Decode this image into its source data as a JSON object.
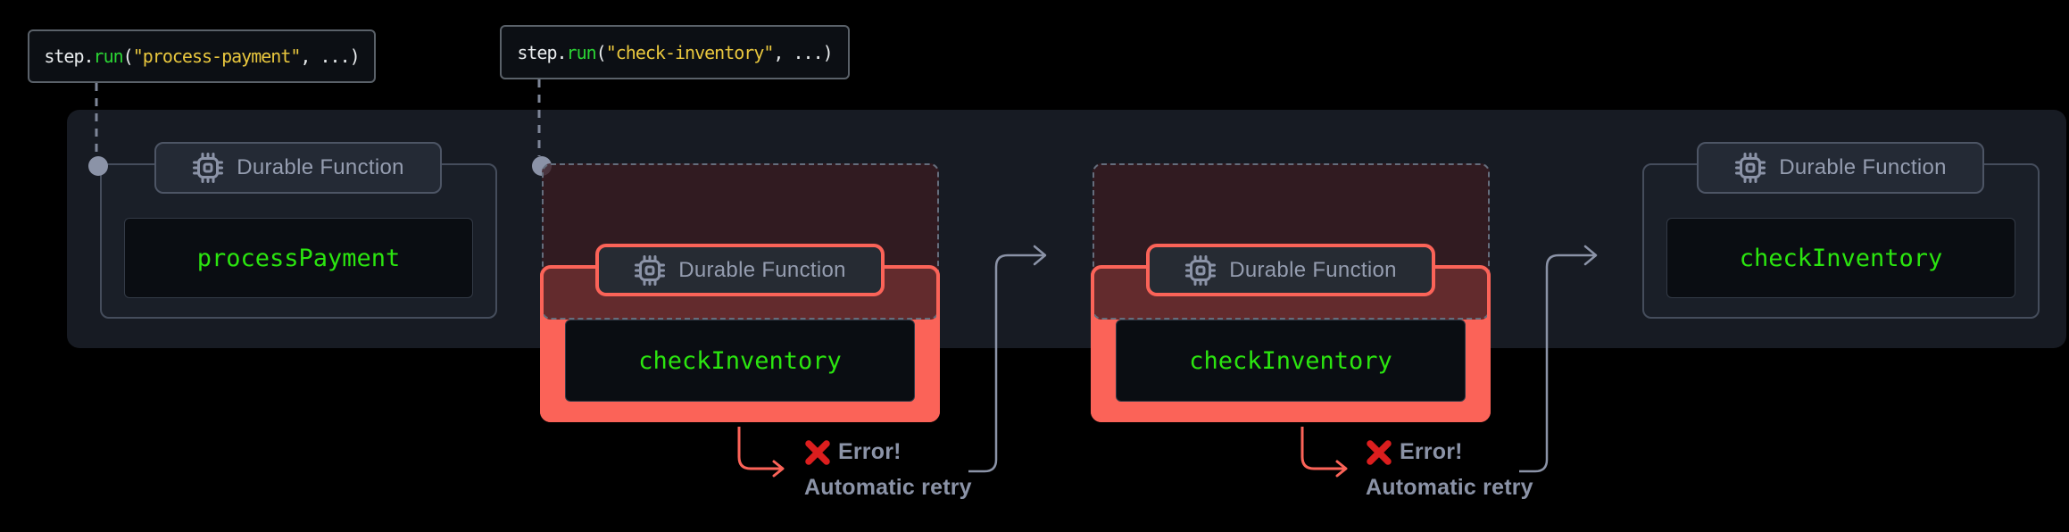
{
  "diagram": {
    "tooltips": [
      {
        "tokens": [
          {
            "t": "step."
          },
          {
            "t": "run"
          },
          {
            "t": "("
          },
          {
            "t": "\"process-payment\""
          },
          {
            "t": ", ...)"
          }
        ]
      },
      {
        "tokens": [
          {
            "t": "step."
          },
          {
            "t": "run"
          },
          {
            "t": "("
          },
          {
            "t": "\"check-inventory\""
          },
          {
            "t": ", ...)"
          }
        ]
      }
    ],
    "groups": [
      {
        "label": "Durable Function",
        "function": "processPayment",
        "state": "normal"
      },
      {
        "label": "Durable Function",
        "function": "checkInventory",
        "state": "error"
      },
      {
        "label": "Durable Function",
        "function": "checkInventory",
        "state": "error"
      },
      {
        "label": "Durable Function",
        "function": "checkInventory",
        "state": "normal"
      }
    ],
    "annotations": [
      {
        "error": "Error!",
        "retry": "Automatic retry"
      },
      {
        "error": "Error!",
        "retry": "Automatic retry"
      }
    ],
    "colors": {
      "background": "#000000",
      "container": "#171b23",
      "accent_green": "#2be50f",
      "accent_salmon": "#fb6358",
      "slate_text": "#8b93a7",
      "code_string_yellow": "#e9c73e",
      "code_fn_green": "#2bd434",
      "cross_red": "#dc1e1e"
    }
  }
}
